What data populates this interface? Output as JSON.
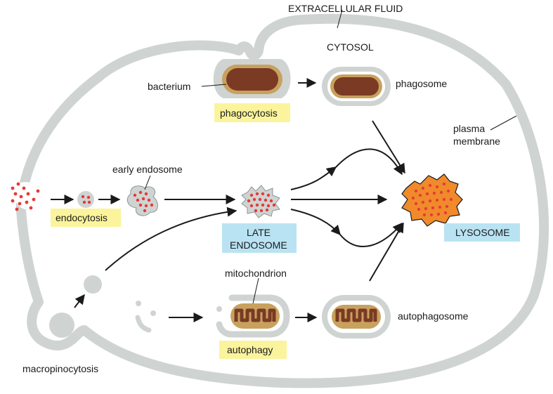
{
  "labels": {
    "extracellular_fluid": "EXTRACELLULAR FLUID",
    "cytosol": "CYTOSOL",
    "bacterium": "bacterium",
    "phagosome": "phagosome",
    "phagocytosis": "phagocytosis",
    "plasma": "plasma",
    "membrane": "membrane",
    "early_endosome": "early endosome",
    "endocytosis": "endocytosis",
    "late": "LATE",
    "endosome": "ENDOSOME",
    "lysosome": "LYSOSOME",
    "mitochondrion": "mitochondrion",
    "autophagosome": "autophagosome",
    "autophagy": "autophagy",
    "macropinocytosis": "macropinocytosis"
  },
  "colors": {
    "membrane": "#cfd4d3",
    "membrane_edge": "#9aa2a2",
    "bacterium_body": "#7a3a24",
    "bacterium_halo": "#c8a15e",
    "cargo_dot": "#e63a35",
    "lysosome_fill": "#f08a2b",
    "yellow_box": "#fbf49c",
    "blue_box": "#b9e3f3",
    "arrow": "#1a1a1a"
  }
}
